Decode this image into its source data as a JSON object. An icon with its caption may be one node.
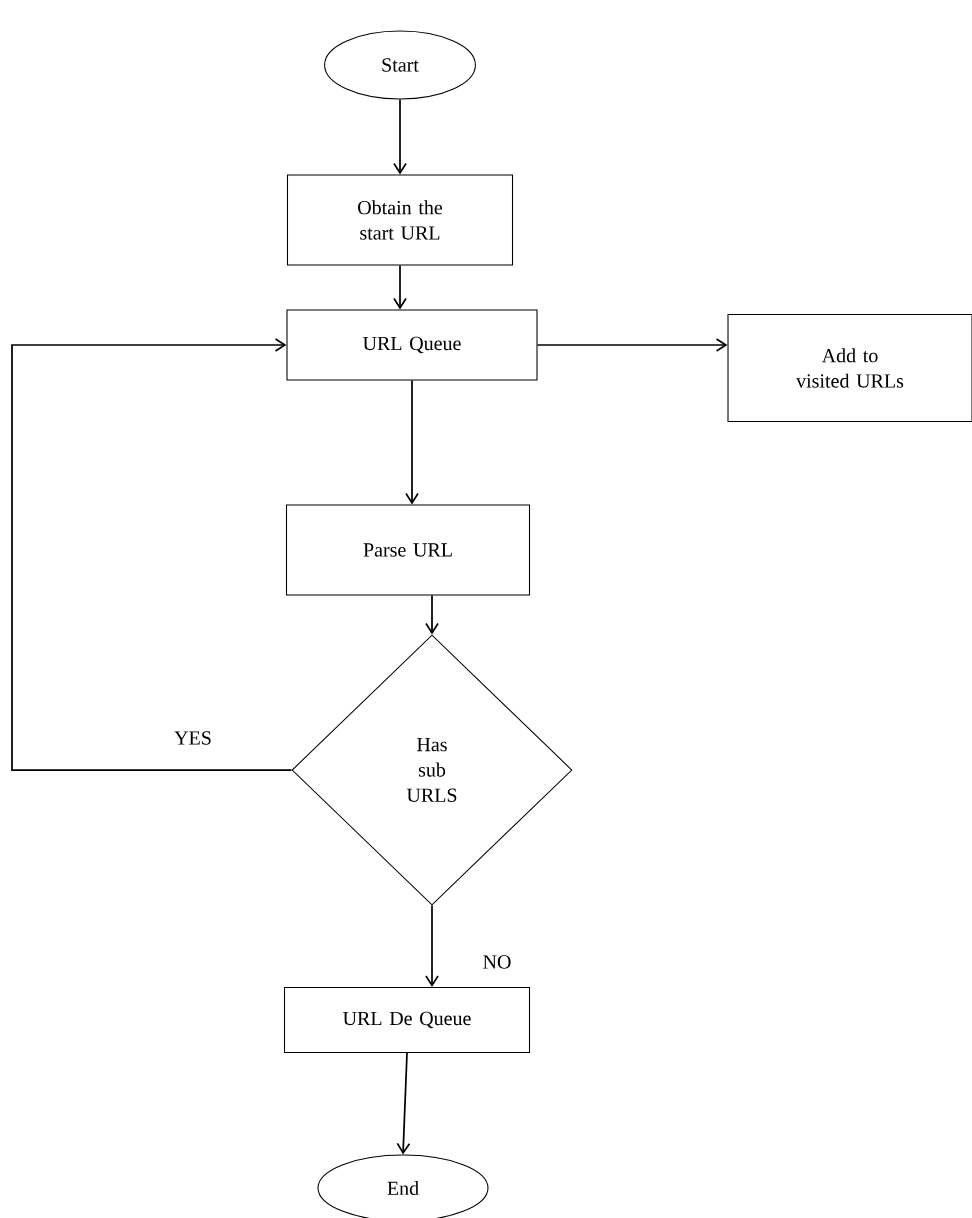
{
  "diagram": {
    "nodes": [
      {
        "text": [
          "Start"
        ]
      },
      {
        "text": [
          "Obtain the start URL"
        ]
      },
      {
        "text": [
          "URL Queue"
        ]
      },
      {
        "text": [
          "Add to visited URLs"
        ]
      },
      {
        "text": [
          "Parse URL"
        ]
      },
      {
        "text": [
          "Has sub URLS"
        ]
      },
      {
        "text": [
          "URL De Queue"
        ]
      },
      {
        "text": [
          "End"
        ]
      }
    ],
    "edges": [
      {
        "from": 0,
        "to": 1,
        "arrow": "to"
      },
      {
        "from": 1,
        "to": 2,
        "arrow": "to"
      },
      {
        "from": 2,
        "to": 3,
        "arrow": "to"
      },
      {
        "from": 2,
        "to": 4,
        "arrow": "to"
      },
      {
        "from": 4,
        "to": 5,
        "arrow": "to"
      },
      {
        "from": 5,
        "to": 2,
        "arrow": "to",
        "label": "YES"
      },
      {
        "from": 5,
        "to": 6,
        "arrow": "to",
        "label": "NO"
      },
      {
        "from": 6,
        "to": 7,
        "arrow": "to"
      }
    ]
  }
}
